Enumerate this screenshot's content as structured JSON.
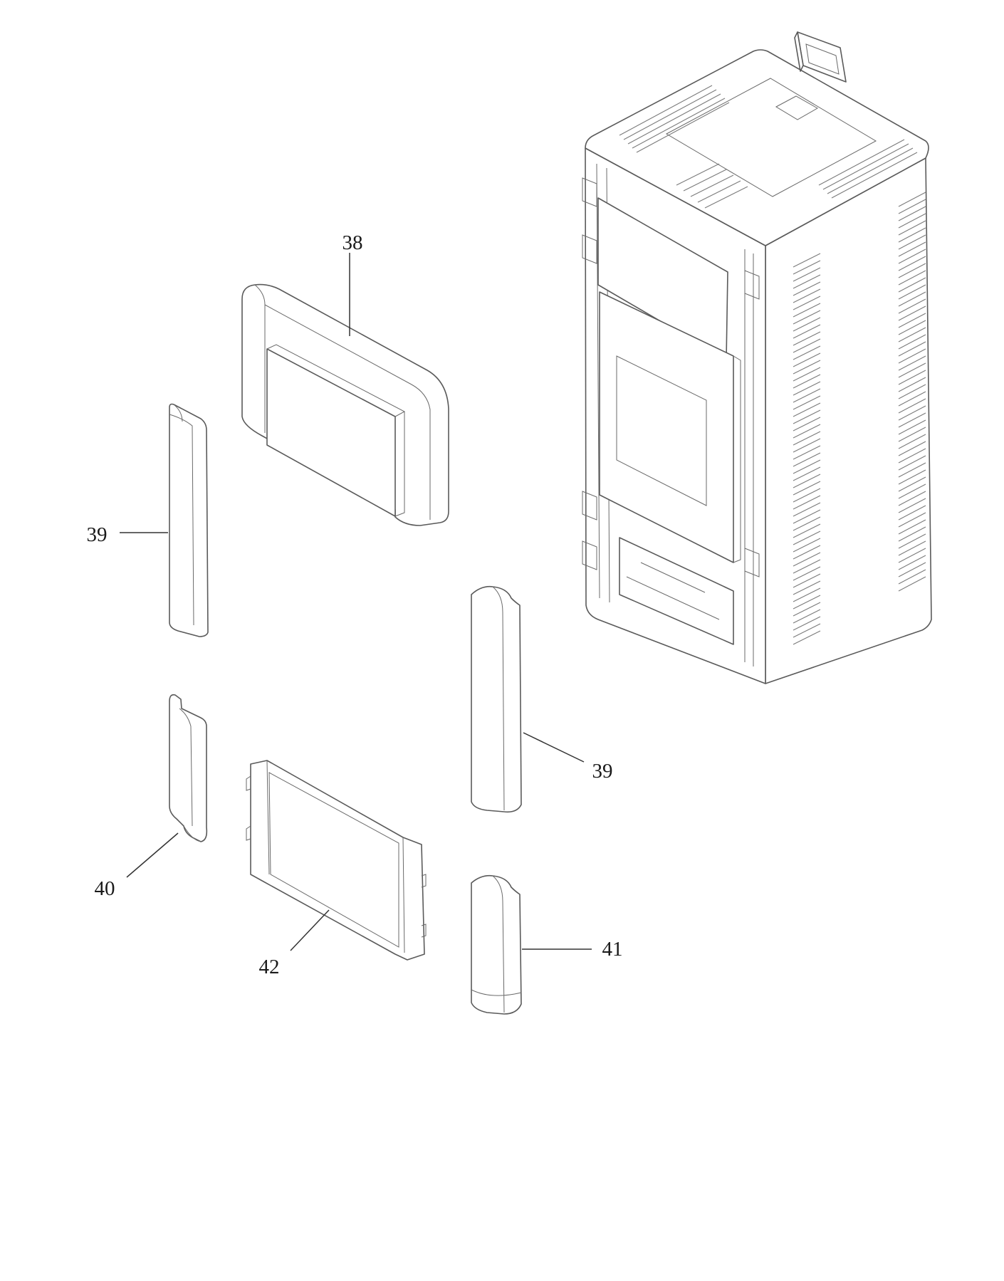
{
  "callouts": {
    "c38": "38",
    "c39_left": "39",
    "c39_right": "39",
    "c40": "40",
    "c41": "41",
    "c42": "42"
  },
  "colors": {
    "line": "#5a5a5a",
    "text": "#1a1a1a",
    "background": "#ffffff"
  }
}
